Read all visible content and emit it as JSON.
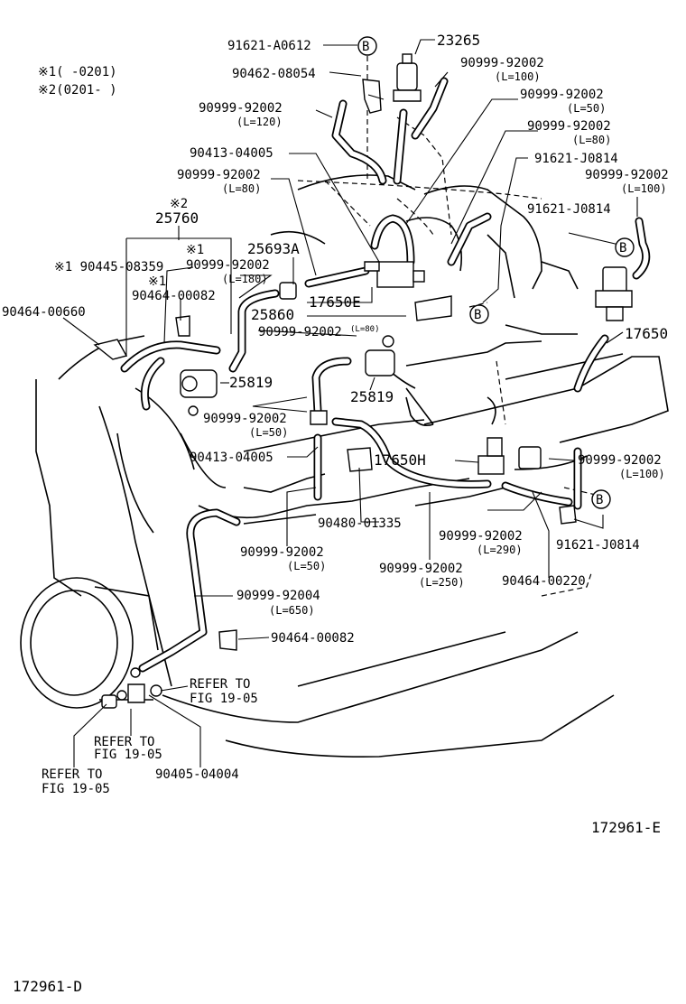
{
  "notes": {
    "note1": "※1(    -0201)",
    "note2": "※2(0201-     )"
  },
  "callout_letter": "B",
  "parts": {
    "p23265": "23265",
    "p91621_A0612": "91621-A0612",
    "p90462_08054": "90462-08054",
    "hose_top_120": {
      "part": "90999-92002",
      "length": "(L=120)"
    },
    "hose_top_100": {
      "part": "90999-92002",
      "length": "(L=100)"
    },
    "hose_top_50": {
      "part": "90999-92002",
      "length": "(L=50)"
    },
    "hose_top_80b": {
      "part": "90999-92002",
      "length": "(L=80)"
    },
    "p90413_top": "90413-04005",
    "hose_80": {
      "part": "90999-92002",
      "length": "(L=80)"
    },
    "p91621_J0814_a": "91621-J0814",
    "hose_right_100": {
      "part": "90999-92002",
      "length": "(L=100)"
    },
    "p91621_J0814_b": "91621-J0814",
    "note2_marker": "※2",
    "p25760": "25760",
    "marker1a": "※1",
    "hose_180": {
      "part": "90999-92002",
      "length": "(L=180)"
    },
    "p90445": "※1 90445-08359",
    "marker1b": "※1",
    "p90464_00082_a": "90464-00082",
    "p25693A": "25693A",
    "p17650E": "17650E",
    "p25860": "25860",
    "p90464_00660": "90464-00660",
    "hose_mid_80": {
      "part": "90999-92002",
      "length": "(L=80)"
    },
    "p17650": "17650",
    "p25819_a": "25819",
    "p25819_b": "25819",
    "hose_50_a": {
      "part": "90999-92002",
      "length": "(L=50)"
    },
    "p90413_mid": "90413-04005",
    "p17650H": "17650H",
    "hose_right_100b": {
      "part": "90999-92002",
      "length": "(L=100)"
    },
    "p90480_01335": "90480-01335",
    "hose_290": {
      "part": "90999-92002",
      "length": "(L=290)"
    },
    "p91621_J0814_c": "91621-J0814",
    "hose_50_b": {
      "part": "90999-92002",
      "length": "(L=50)"
    },
    "hose_250": {
      "part": "90999-92002",
      "length": "(L=250)"
    },
    "p90464_00220": "90464-00220",
    "hose_650": {
      "part": "90999-92004",
      "length": "(L=650)"
    },
    "p90464_00082_b": "90464-00082",
    "refer_a": {
      "line1": "REFER TO",
      "line2": "FIG 19-05"
    },
    "refer_b": {
      "line1": "REFER TO",
      "line2": "FIG 19-05"
    },
    "refer_c": {
      "line1": "REFER TO",
      "line2": "FIG 19-05"
    },
    "p90405_04004": "90405-04004"
  },
  "figure_ids": {
    "inner": "172961-E",
    "outer": "172961-D"
  }
}
